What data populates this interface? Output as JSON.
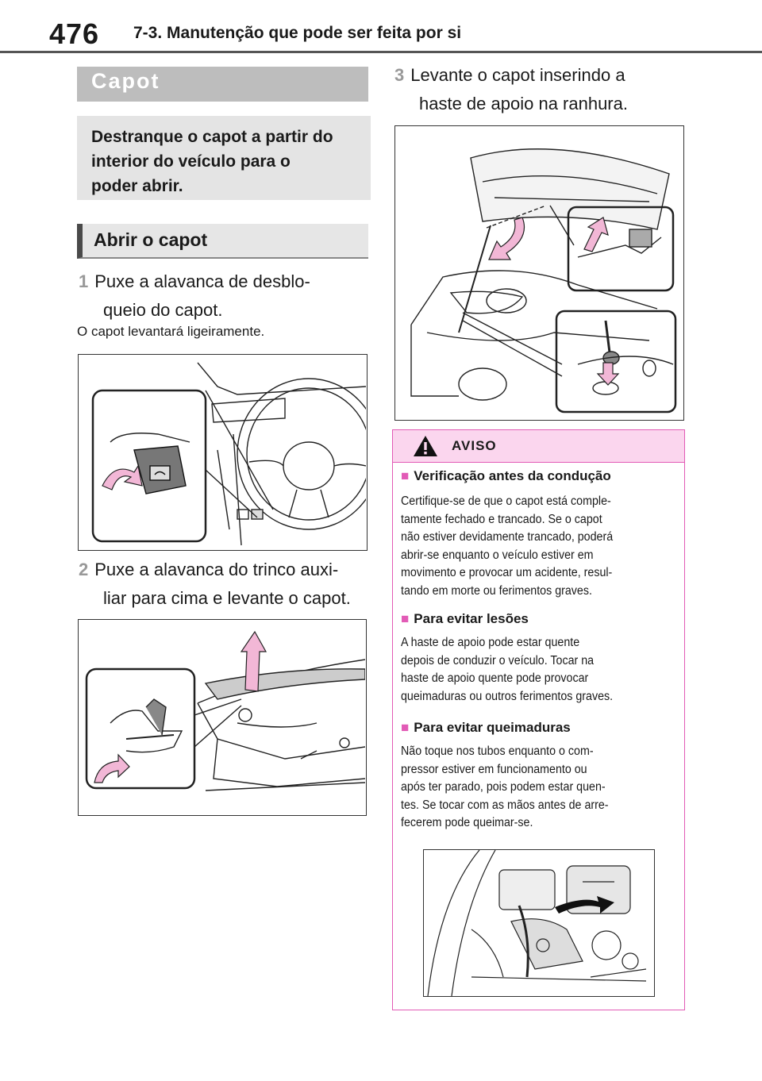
{
  "header": {
    "page_number": "476",
    "section_title": "7-3. Manutenção que pode ser feita por si"
  },
  "left": {
    "heading": "Capot",
    "intro": [
      "Destranque o capot a partir do",
      "interior do veículo para o",
      "poder abrir."
    ],
    "subheading": "Abrir o capot",
    "step1": {
      "num": "1",
      "lines": [
        "Puxe a alavanca de desblo-",
        "queio do capot."
      ]
    },
    "step1_note": "O capot levantará ligeiramente.",
    "step2": {
      "num": "2",
      "lines": [
        "Puxe a alavanca do trinco auxi-",
        "liar para cima e levante o capot."
      ]
    }
  },
  "right": {
    "step3": {
      "num": "3",
      "lines": [
        "Levante o capot inserindo a",
        "haste de apoio na ranhura."
      ]
    }
  },
  "warning": {
    "title": "AVISO",
    "sections": [
      {
        "heading": "Verificação antes da condução",
        "lines": [
          "Certifique-se de que o capot está comple-",
          "tamente fechado e trancado. Se o capot",
          "não estiver devidamente trancado, poderá",
          "abrir-se enquanto o veículo estiver em",
          "movimento e provocar um acidente, resul-",
          "tando em morte ou ferimentos graves."
        ]
      },
      {
        "heading": "Para evitar lesões",
        "lines": [
          "A haste de apoio pode estar quente",
          "depois de conduzir o veículo. Tocar na",
          "haste de apoio quente pode provocar",
          "queimaduras ou outros ferimentos graves."
        ]
      },
      {
        "heading": "Para evitar queimaduras",
        "lines": [
          "Não toque nos tubos enquanto o com-",
          "pressor estiver em funcionamento ou",
          "após ter parado, pois podem estar quen-",
          "tes. Se tocar com as mãos antes de arre-",
          "fecerem pode queimar-se."
        ]
      }
    ]
  },
  "colors": {
    "accent_pink": "#e25bb6",
    "warning_fill": "#fbd6ee",
    "arrow_pink": "#f2b7d6"
  },
  "icons": [
    "warning-triangle-icon",
    "pink-arrow-icon",
    "car-hood-symbol-icon"
  ]
}
